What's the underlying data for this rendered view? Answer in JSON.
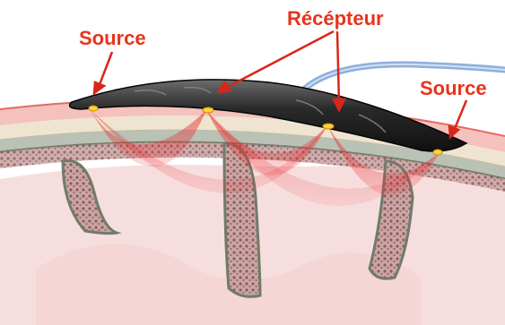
{
  "labels": {
    "source_left": "Source",
    "receptor": "Récépteur",
    "source_right": "Source"
  },
  "colors": {
    "label_red": "#e8341c",
    "arrow_red": "#d9261a",
    "light_field": "#e8262b",
    "skin": "#f4c1bd",
    "bone": "#efe4cf",
    "dura": "#7d8a79",
    "tissue": "#a5706f",
    "probe": "#1c1c1c",
    "source_led": "#ffd23a",
    "cable": "#8fb0dc"
  },
  "icons": {
    "probe": "nirs-probe-icon",
    "led": "light-source-led-icon",
    "cable": "fiber-cable-icon"
  }
}
